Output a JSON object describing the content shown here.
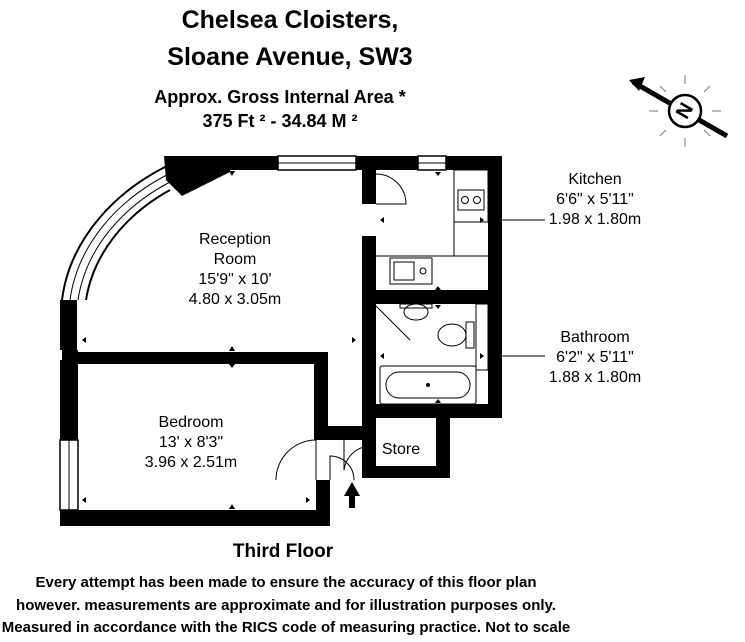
{
  "header": {
    "title_line1": "Chelsea Cloisters,",
    "title_line2": "Sloane Avenue, SW3",
    "area_label": "Approx. Gross Internal Area *",
    "area_value": "375 Ft ² - 34.84 M ²"
  },
  "compass": {
    "letter": "N"
  },
  "rooms": {
    "reception": {
      "name1": "Reception",
      "name2": "Room",
      "imperial": "15'9\" x 10'",
      "metric": "4.80 x 3.05m"
    },
    "bedroom": {
      "name": "Bedroom",
      "imperial": "13' x 8'3\"",
      "metric": "3.96 x 2.51m"
    },
    "kitchen": {
      "name": "Kitchen",
      "imperial": "6'6\" x 5'11\"",
      "metric": "1.98 x 1.80m"
    },
    "bathroom": {
      "name": "Bathroom",
      "imperial": "6'2\" x 5'11\"",
      "metric": "1.88 x 1.80m"
    },
    "store": {
      "name": "Store"
    }
  },
  "footer": {
    "floor": "Third Floor",
    "disclaimer_line1": "Every attempt has been made to ensure the accuracy of this floor plan",
    "disclaimer_line2": "however. measurements are approximate and for illustration purposes only.",
    "disclaimer_line3": "Measured in accordance with the RICS code of measuring practice. Not to scale"
  },
  "colors": {
    "wall": "#000000",
    "background": "#ffffff"
  }
}
